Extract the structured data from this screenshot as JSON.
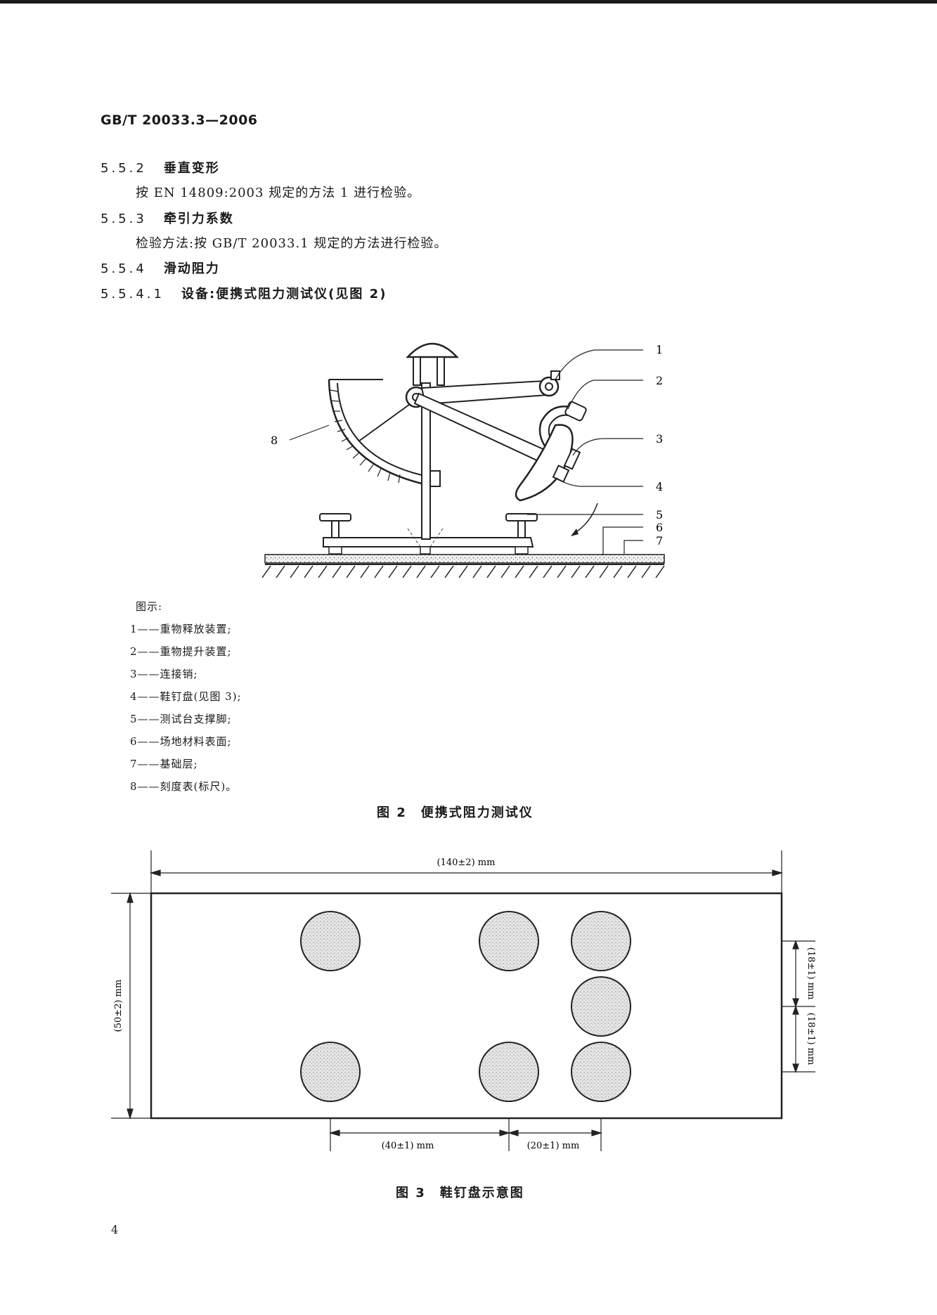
{
  "header": {
    "standard_number": "GB/T  20033.3—2006"
  },
  "sections": [
    {
      "number": "5.5.2",
      "title": "垂直变形",
      "body": "按 EN 14809:2003 规定的方法 1 进行检验。"
    },
    {
      "number": "5.5.3",
      "title": "牵引力系数",
      "body": "检验方法:按 GB/T 20033.1 规定的方法进行检验。"
    },
    {
      "number": "5.5.4",
      "title": "滑动阻力",
      "body": ""
    },
    {
      "number": "5.5.4.1",
      "title": "设备:便携式阻力测试仪(见图 2)",
      "body": ""
    }
  ],
  "figure2": {
    "callouts": [
      "1",
      "2",
      "3",
      "4",
      "5",
      "6",
      "7",
      "8"
    ],
    "legend_title": "图示:",
    "legend": [
      "1——重物释放装置;",
      "2——重物提升装置;",
      "3——连接销;",
      "4——鞋钉盘(见图 3);",
      "5——测试台支撑脚;",
      "6——场地材料表面;",
      "7——基础层;",
      "8——刻度表(标尺)。"
    ],
    "caption": "图 2　便携式阻力测试仪"
  },
  "figure3": {
    "dim_width": "(140±2) mm",
    "dim_height": "(50±2) mm",
    "dim_right_upper": "(18±1) mm",
    "dim_right_lower": "(18±1) mm",
    "dim_bottom_left": "(40±1) mm",
    "dim_bottom_right": "(20±1) mm",
    "caption": "图 3　鞋钉盘示意图"
  },
  "footer": {
    "page_number": "4"
  }
}
